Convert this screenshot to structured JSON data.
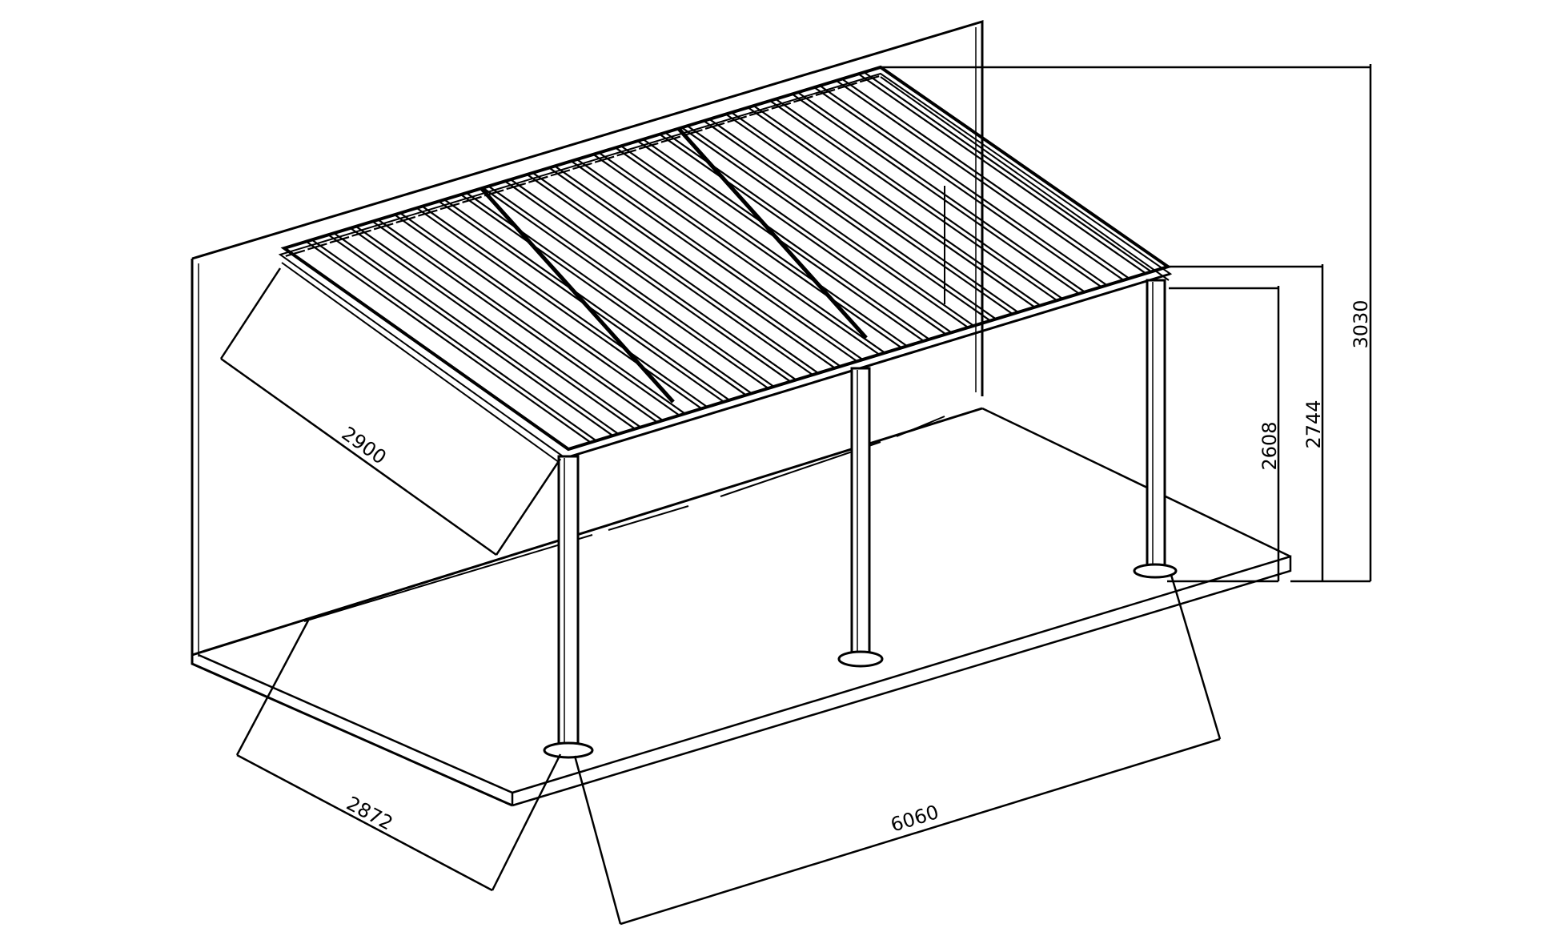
{
  "diagram": {
    "dimensions": {
      "total_height": "3030",
      "beam_height": "2744",
      "clear_height": "2608",
      "roof_slope_length": "2900",
      "depth": "2872",
      "width": "6060"
    },
    "counts": {
      "roof_modules": 3,
      "louvres_per_module": 9,
      "posts": 3
    },
    "colors": {
      "line": "#000000",
      "background": "#ffffff"
    }
  }
}
